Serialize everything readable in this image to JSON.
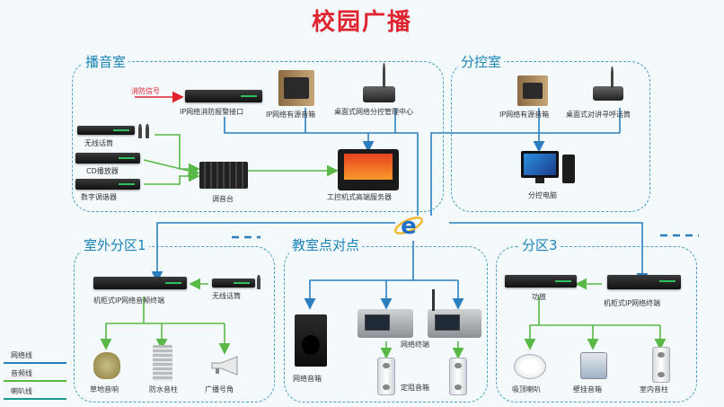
{
  "title": "校园广播",
  "zones": {
    "broadcast_room": "播音室",
    "sub_control_room": "分控室",
    "outdoor_zone1": "室外分区1",
    "classroom_p2p": "教室点对点",
    "zone3": "分区3"
  },
  "labels": {
    "fire_signal": "消防信号",
    "fire_alarm_interface": "IP网络消防报警接口",
    "ip_speaker_box_a": "IP网络有源音箱",
    "desktop_paging_center": "桌面式网络分控管理中心",
    "wireless_mic_a": "无线话筒",
    "cd_player": "CD播放器",
    "digital_tuner": "数字调谐器",
    "mixer": "调音台",
    "industrial_server": "工控机式高端服务器",
    "ip_speaker_box_b": "IP网络有源音箱",
    "desktop_intercom_mic": "桌面式对讲寻呼话筒",
    "sub_control_pc": "分控电脑",
    "rack_ip_adapter": "机柜式IP网络音频终端",
    "wireless_mic_b": "无线话筒",
    "lawn_speaker": "草地音响",
    "waterproof_column": "防水音柱",
    "horn_speaker": "广播号角",
    "network_speaker": "网络音箱",
    "network_terminal": "网络终端",
    "fixed_speaker_box": "定阻音箱",
    "amplifier": "功放",
    "rack_ip_terminal": "机柜式IP网络终端",
    "ceiling_speaker": "吸顶喇叭",
    "wall_speaker": "壁挂音箱",
    "indoor_column": "室内音柱"
  },
  "legend": [
    {
      "name": "网络线",
      "color": "#2b7fbf"
    },
    {
      "name": "音频线",
      "color": "#58b947"
    },
    {
      "name": "喇叭线",
      "color": "#1f9a8f"
    }
  ],
  "colors": {
    "title": "#e0242f",
    "network_line": "#2b7fbf",
    "audio_line": "#58b947",
    "speaker_line": "#1f9a8f",
    "fire_line": "#e0242f"
  }
}
